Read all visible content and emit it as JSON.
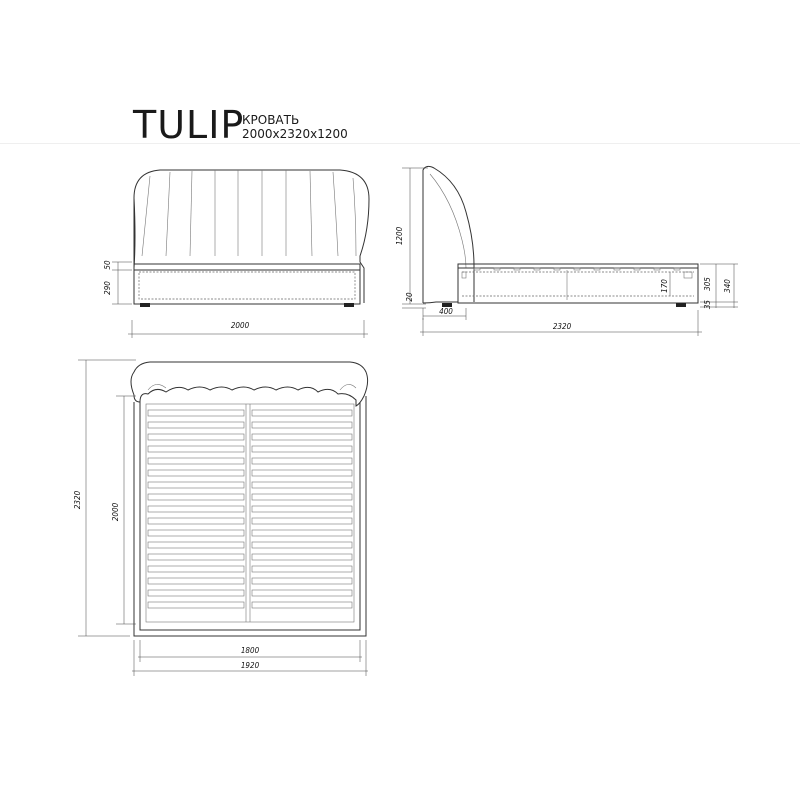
{
  "header": {
    "title": "TULIP",
    "subtitle": "КРОВАТЬ",
    "size": "2000x2320x1200"
  },
  "front_view": {
    "dim_width": "2000",
    "dim_rail": "50",
    "dim_frame": "290"
  },
  "side_view": {
    "dim_height": "1200",
    "dim_leg": "20",
    "dim_offset": "400",
    "dim_length": "2320",
    "dim_inner": "170",
    "dim_side": "305",
    "dim_foot": "35",
    "dim_total": "340"
  },
  "top_view": {
    "dim_length": "2320",
    "dim_mattress": "2000",
    "dim_inner_width": "1800",
    "dim_outer_width": "1920"
  },
  "colors": {
    "line": "#333333",
    "text": "#111111"
  }
}
